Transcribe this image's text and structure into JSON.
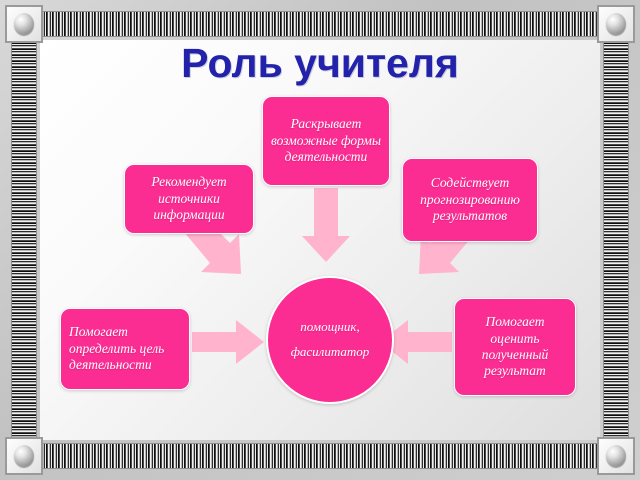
{
  "slide": {
    "title": "Роль учителя",
    "title_color": "#2222aa",
    "node_color": "#fb2d93",
    "arrow_color": "#ffb3cc",
    "background": "light gray gradient"
  },
  "frame": {
    "bolt_icon": "bolt-sphere-icon",
    "corners": [
      "top-left",
      "top-right",
      "bottom-left",
      "bottom-right"
    ]
  },
  "diagram": {
    "center": {
      "line1": "помощник,",
      "line2": "фасилитатор"
    },
    "nodes": [
      {
        "id": "top",
        "text": "Раскрывает возможные формы деятельности"
      },
      {
        "id": "upleft",
        "text": "Рекомендует источники информации"
      },
      {
        "id": "upright",
        "text": "Содействует прогнозированию результатов"
      },
      {
        "id": "left",
        "text": "Помогает определить цель деятельности"
      },
      {
        "id": "right",
        "text": "Помогает оценить полученный результат"
      }
    ],
    "arrows": [
      {
        "id": "arrow-top-down",
        "direction": "down"
      },
      {
        "id": "arrow-upleft-diagonal",
        "direction": "down-right"
      },
      {
        "id": "arrow-upright-diagonal",
        "direction": "down-left"
      },
      {
        "id": "arrow-left-right",
        "direction": "right"
      },
      {
        "id": "arrow-right-left",
        "direction": "left"
      }
    ]
  }
}
